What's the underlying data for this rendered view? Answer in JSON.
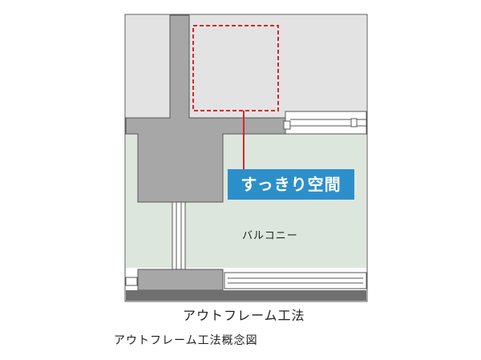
{
  "diagram": {
    "callout": "すっきり空間",
    "balcony": "バルコニー",
    "method_label": "アウトフレーム工法",
    "caption": "アウトフレーム工法概念図"
  },
  "colors": {
    "room_bg": "#e3e3e3",
    "balcony_bg": "#dde6dc",
    "concrete": "#a7a7a7",
    "base_strip": "#6f6f6f",
    "callout_bg": "#2d8fca",
    "dashed_red": "#d7262e",
    "outline": "#555555"
  }
}
